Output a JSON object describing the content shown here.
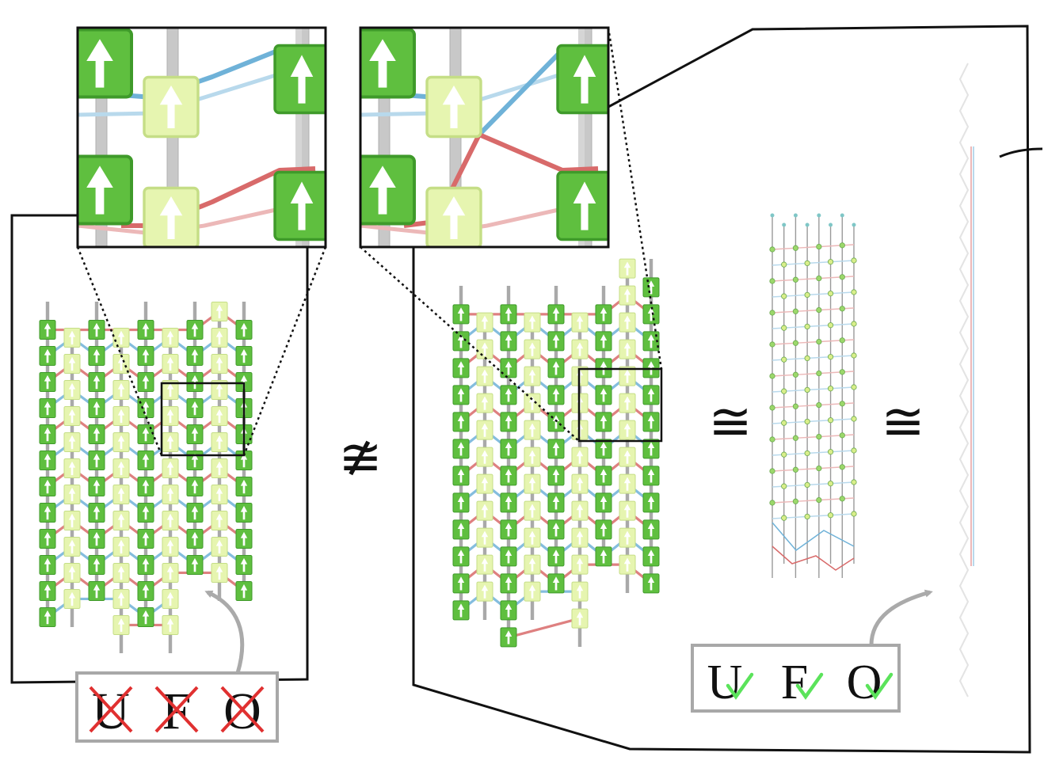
{
  "relations": {
    "not_equivalent": "≇",
    "equivalent_1": "≅",
    "equivalent_2": "≅"
  },
  "left_panel": {
    "properties": [
      {
        "letter": "U",
        "status": "fail"
      },
      {
        "letter": "F",
        "status": "fail"
      },
      {
        "letter": "O",
        "status": "fail"
      }
    ]
  },
  "right_panel": {
    "properties": [
      {
        "letter": "U",
        "status": "pass"
      },
      {
        "letter": "F",
        "status": "pass"
      },
      {
        "letter": "O",
        "status": "pass"
      }
    ]
  },
  "colors": {
    "module_dark": "#5fbf3f",
    "module_dark_edge": "#3f9a2a",
    "module_light": "#e6f5b0",
    "module_light_edge": "#c5de86",
    "rod": "#a9a9a9",
    "strand_blue": "#6fb2d8",
    "strand_red": "#d86a6a",
    "strand_blue_faint": "#b8d9ec",
    "strand_red_faint": "#ecb8b8",
    "cross_mark": "#e03030",
    "check_mark": "#5be35b",
    "label_box_border": "#a8a8a8",
    "callout_arrow": "#aaaaaa"
  }
}
